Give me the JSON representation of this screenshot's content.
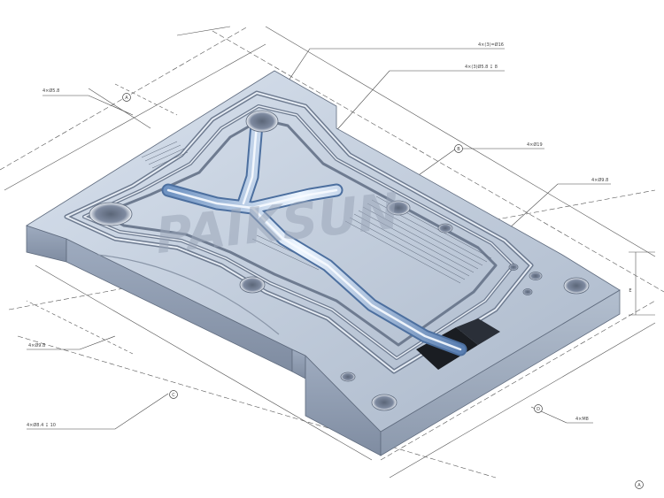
{
  "watermark": "PAIKSUN",
  "callouts": [
    {
      "id": "c1",
      "text": "4×(3)=Ø16"
    },
    {
      "id": "c2",
      "text": "4×(3)Ø5.8 ↧ 8"
    },
    {
      "id": "c3",
      "text": "4×Ø19"
    },
    {
      "id": "c4",
      "text": "4×Ø9.8"
    },
    {
      "id": "c5",
      "text": "4×Ø5.8"
    },
    {
      "id": "c6",
      "text": "4×Ø9.8"
    },
    {
      "id": "c7",
      "text": "4×Ø8.4 ↧ 10"
    },
    {
      "id": "c8",
      "text": "4×M8"
    }
  ],
  "datum_tags": [
    "A",
    "B",
    "C",
    "D",
    "E"
  ],
  "corner_mark": "A"
}
